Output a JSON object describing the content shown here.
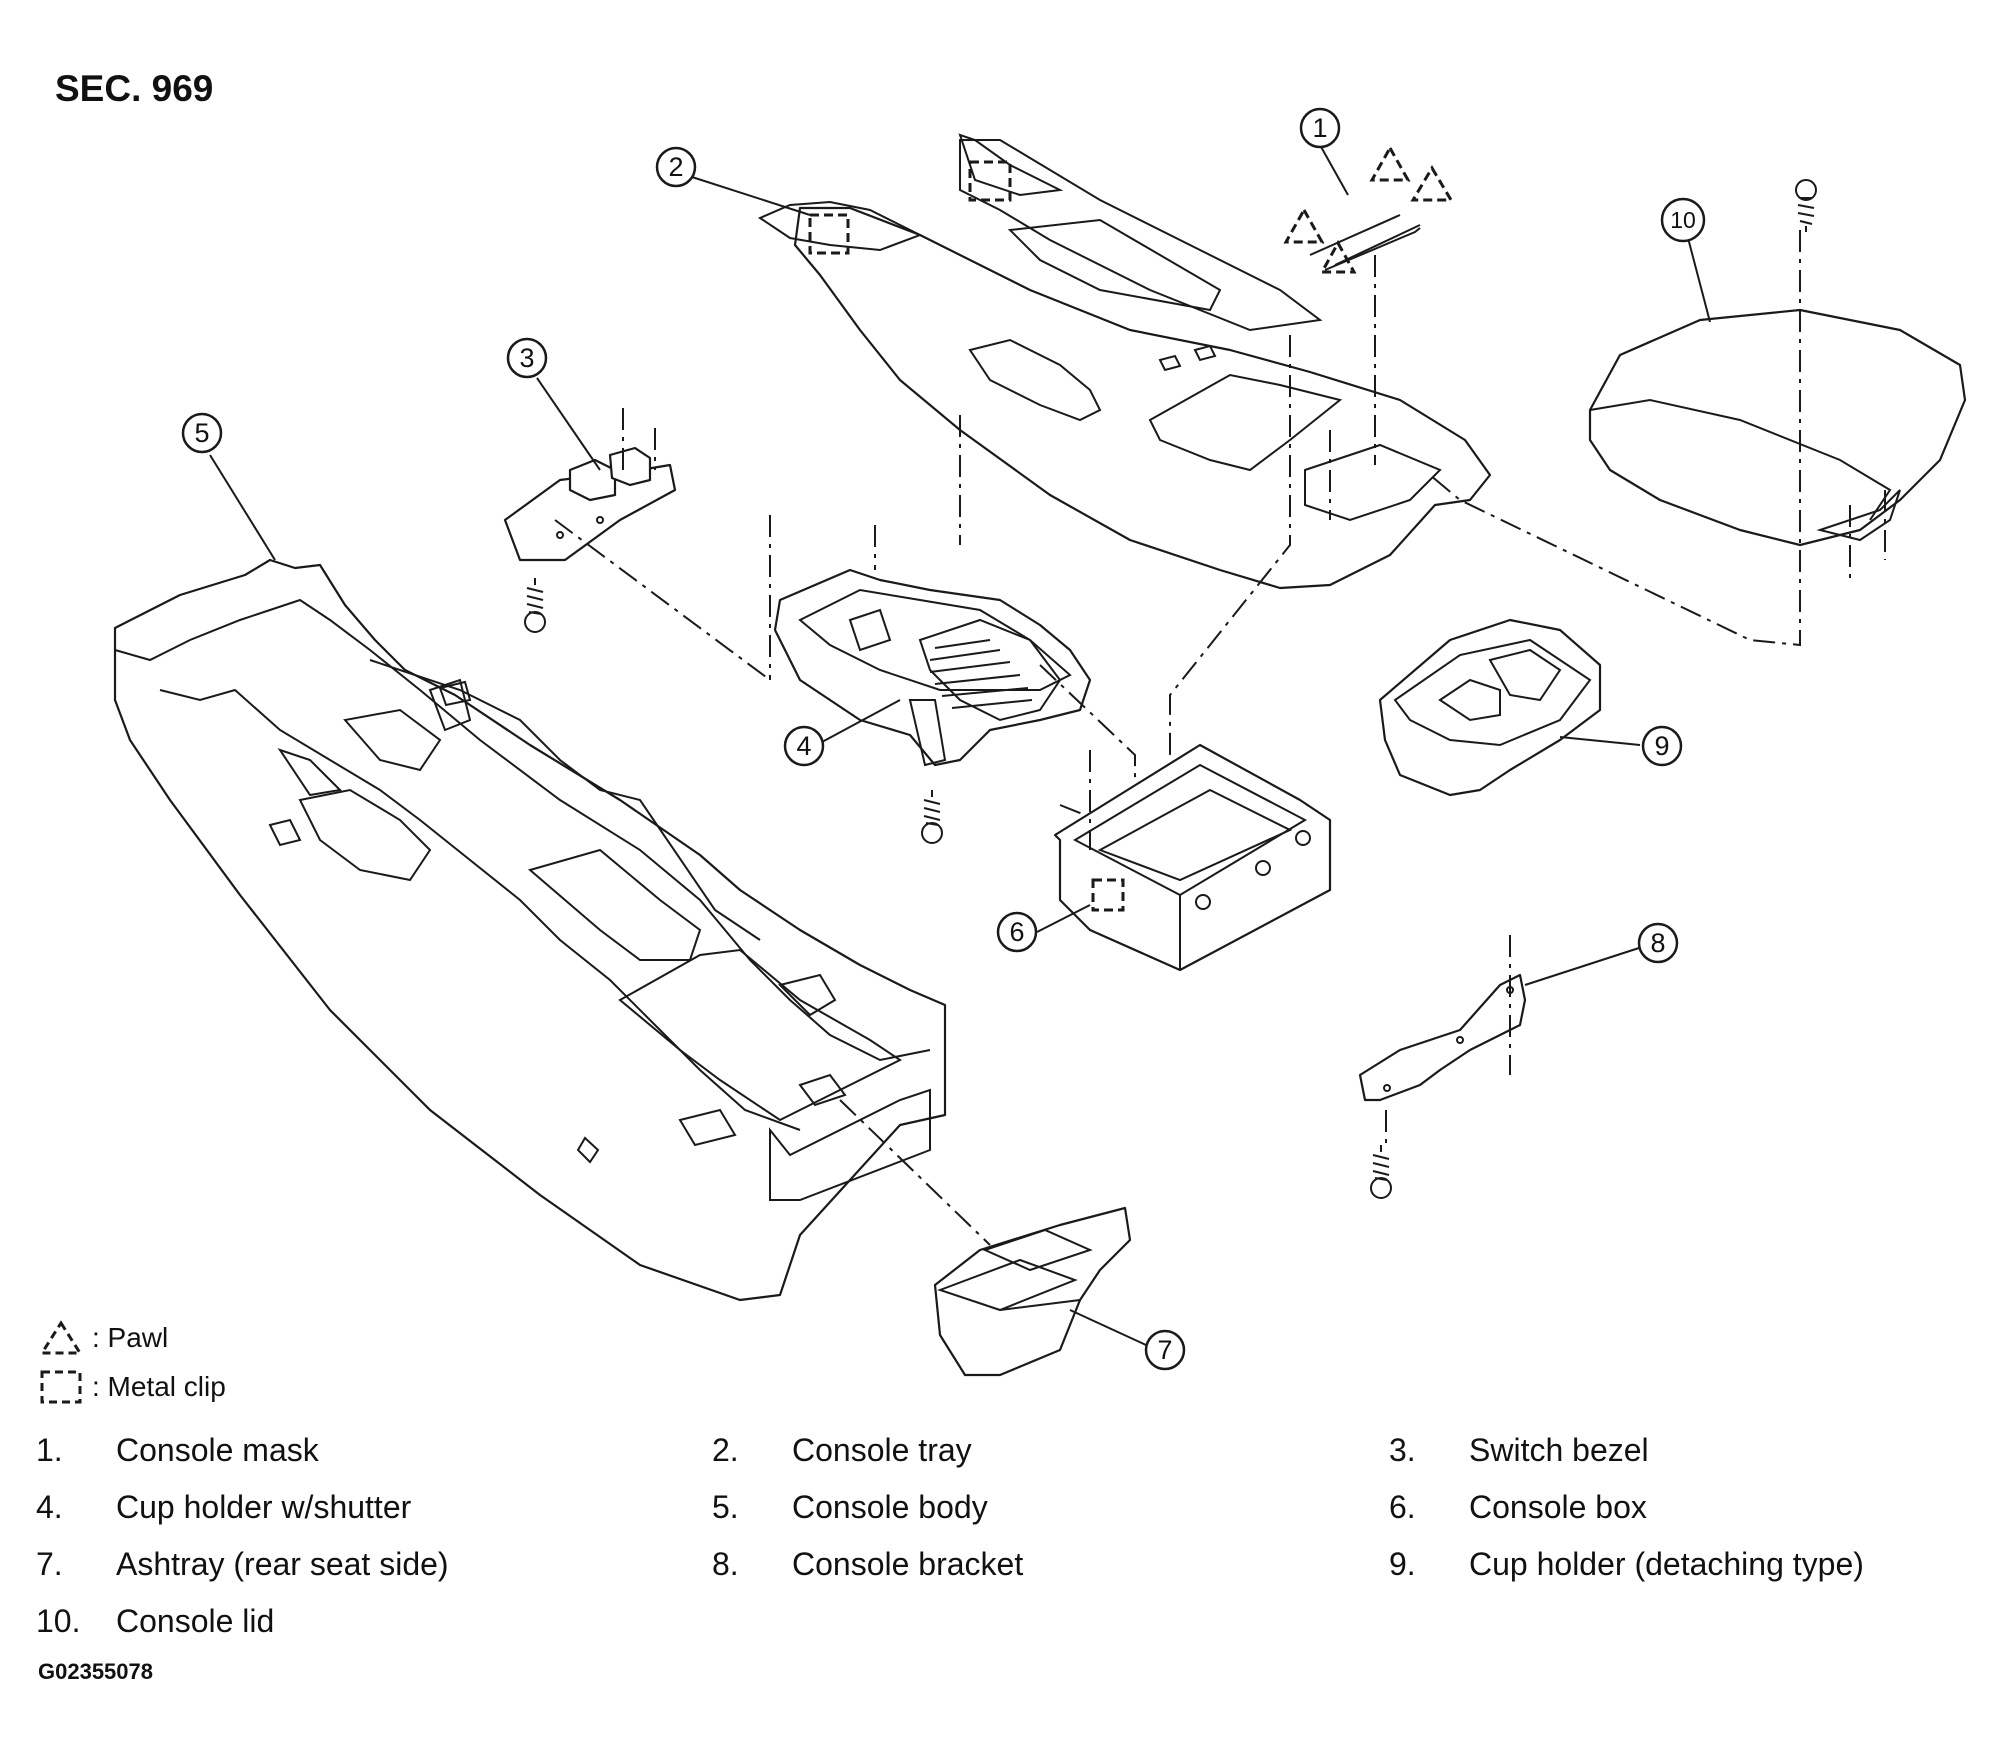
{
  "section": "SEC. 969",
  "callouts": [
    "1",
    "2",
    "3",
    "4",
    "5",
    "6",
    "7",
    "8",
    "9",
    "10"
  ],
  "legend": [
    {
      "symbol": "pawl-triangle-icon",
      "text": ": Pawl"
    },
    {
      "symbol": "metal-clip-square-icon",
      "text": ": Metal clip"
    }
  ],
  "parts": [
    {
      "num": "1.",
      "name": "Console mask"
    },
    {
      "num": "2.",
      "name": "Console tray"
    },
    {
      "num": "3.",
      "name": "Switch bezel"
    },
    {
      "num": "4.",
      "name": "Cup holder w/shutter"
    },
    {
      "num": "5.",
      "name": "Console body"
    },
    {
      "num": "6.",
      "name": "Console box"
    },
    {
      "num": "7.",
      "name": "Ashtray (rear seat side)"
    },
    {
      "num": "8.",
      "name": "Console bracket"
    },
    {
      "num": "9.",
      "name": "Cup holder (detaching type)"
    },
    {
      "num": "10.",
      "name": "Console lid"
    }
  ],
  "figure_id": "G02355078",
  "colors": {
    "ink": "#1a1a1a",
    "background": "#ffffff"
  }
}
